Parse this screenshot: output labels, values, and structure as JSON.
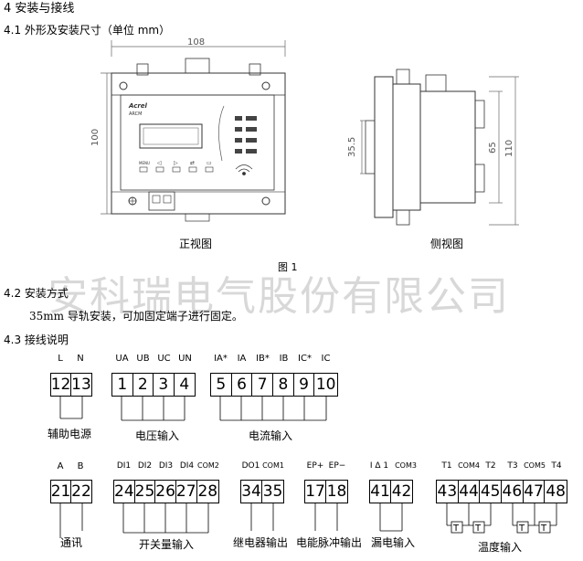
{
  "heading": "4  安装与接线",
  "section_41": "4.1 外形及安装尺寸（单位  mm）",
  "dims": {
    "width": "108",
    "height": "100",
    "rail": "35.5",
    "h65": "65",
    "h110": "110"
  },
  "front_caption": "正视图",
  "side_caption": "侧视图",
  "figure_caption": "图 1",
  "watermark": "安科瑞电气股份有限公司",
  "section_42": "4.2 安装方式",
  "install_text": "35mm 导轨安装，可加固定端子进行固定。",
  "section_43": "4.3 接线说明",
  "device": {
    "brand": "Acrel",
    "model": "ARCM",
    "menu": "MENU"
  },
  "row1": {
    "aux": {
      "labels": [
        "L",
        "N"
      ],
      "terms": [
        "12",
        "13"
      ],
      "name": "辅助电源"
    },
    "volt": {
      "labels": [
        "UA",
        "UB",
        "UC",
        "UN"
      ],
      "terms": [
        "1",
        "2",
        "3",
        "4"
      ],
      "name": "电压输入"
    },
    "curr": {
      "labels": [
        "IA*",
        "IA",
        "IB*",
        "IB",
        "IC*",
        "IC"
      ],
      "terms": [
        "5",
        "6",
        "7",
        "8",
        "9",
        "10"
      ],
      "name": "电流输入"
    }
  },
  "row2": {
    "comm": {
      "labels": [
        "A",
        "B"
      ],
      "terms": [
        "21",
        "22"
      ],
      "name": "通讯"
    },
    "di": {
      "labels": [
        "DI1",
        "DI2",
        "DI3",
        "DI4",
        "COM2"
      ],
      "terms": [
        "24",
        "25",
        "26",
        "27",
        "28"
      ],
      "name": "开关量输入"
    },
    "do": {
      "labels": [
        "DO1",
        "COM1"
      ],
      "terms": [
        "34",
        "35"
      ],
      "name": "继电器输出"
    },
    "ep": {
      "labels": [
        "EP+",
        "EP−"
      ],
      "terms": [
        "17",
        "18"
      ],
      "name": "电能脉冲输出"
    },
    "leak": {
      "labels": [
        "I Δ 1",
        "COM3"
      ],
      "terms": [
        "41",
        "42"
      ],
      "name": "漏电输入"
    },
    "temp": {
      "labels": [
        "T1",
        "COM4",
        "T2",
        "T3",
        "COM5",
        "T4"
      ],
      "terms": [
        "43",
        "44",
        "45",
        "46",
        "47",
        "48"
      ],
      "name": "温度输入",
      "sensor": "T"
    }
  }
}
